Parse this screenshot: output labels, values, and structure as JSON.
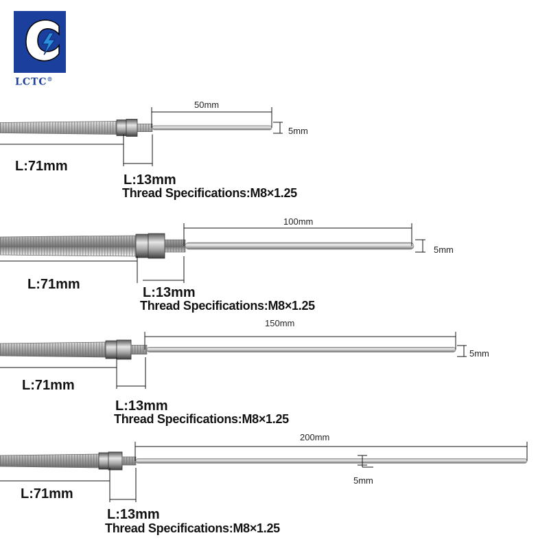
{
  "brand": {
    "name": "LCTC",
    "mark": "®",
    "colors": {
      "primary": "#1a3f9c",
      "accent": "#2a8fe0"
    }
  },
  "probes": [
    {
      "probe_length": "50mm",
      "diameter": "5mm",
      "cable_length": "L:71mm",
      "thread_length": "L:13mm",
      "thread_spec": "Thread Specifications:M8×1.25"
    },
    {
      "probe_length": "100mm",
      "diameter": "5mm",
      "cable_length": "L:71mm",
      "thread_length": "L:13mm",
      "thread_spec": "Thread Specifications:M8×1.25"
    },
    {
      "probe_length": "150mm",
      "diameter": "5mm",
      "cable_length": "L:71mm",
      "thread_length": "L:13mm",
      "thread_spec": "Thread Specifications:M8×1.25"
    },
    {
      "probe_length": "200mm",
      "diameter": "5mm",
      "cable_length": "L:71mm",
      "thread_length": "L:13mm",
      "thread_spec": "Thread Specifications:M8×1.25"
    }
  ]
}
